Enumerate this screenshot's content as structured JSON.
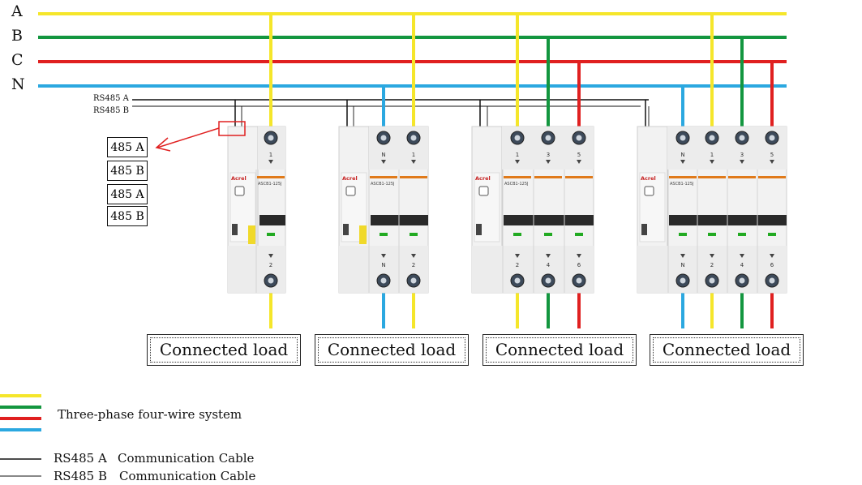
{
  "buses": {
    "a": {
      "label": "A",
      "color": "#f5e62a"
    },
    "b": {
      "label": "B",
      "color": "#13963f"
    },
    "c": {
      "label": "C",
      "color": "#e02020"
    },
    "n": {
      "label": "N",
      "color": "#2ba8e0"
    }
  },
  "comm": {
    "rs485_a": "RS485 A",
    "rs485_b": "RS485 B"
  },
  "terminal_block": [
    "485 A",
    "485 B",
    "485 A",
    "485 B"
  ],
  "breakers": [
    {
      "brand": "Acrel",
      "model": "ASCB1-125J",
      "top_poles": [
        "1"
      ],
      "bottom_poles": [
        "2"
      ]
    },
    {
      "brand": "Acrel",
      "model": "ASCB1-125J",
      "top_poles": [
        "N",
        "1"
      ],
      "bottom_poles": [
        "N",
        "2"
      ]
    },
    {
      "brand": "Acrel",
      "model": "ASCB1-125J",
      "top_poles": [
        "1",
        "3",
        "5"
      ],
      "bottom_poles": [
        "2",
        "4",
        "6"
      ]
    },
    {
      "brand": "Acrel",
      "model": "ASCB1-125J",
      "top_poles": [
        "N",
        "1",
        "3",
        "5"
      ],
      "bottom_poles": [
        "N",
        "2",
        "4",
        "6"
      ]
    }
  ],
  "loads": [
    "Connected load",
    "Connected load",
    "Connected load",
    "Connected load"
  ],
  "legend": {
    "three_phase": "Three-phase four-wire system",
    "rs485_a_label": "RS485 A",
    "rs485_a_desc": "Communication Cable",
    "rs485_b_label": "RS485 B",
    "rs485_b_desc": "Communication Cable"
  },
  "colors": {
    "accent_orange": "#e07a1a",
    "handle_black": "#2a2a2a",
    "indicator_green": "#22aa22",
    "arrow_red": "#e02020"
  }
}
